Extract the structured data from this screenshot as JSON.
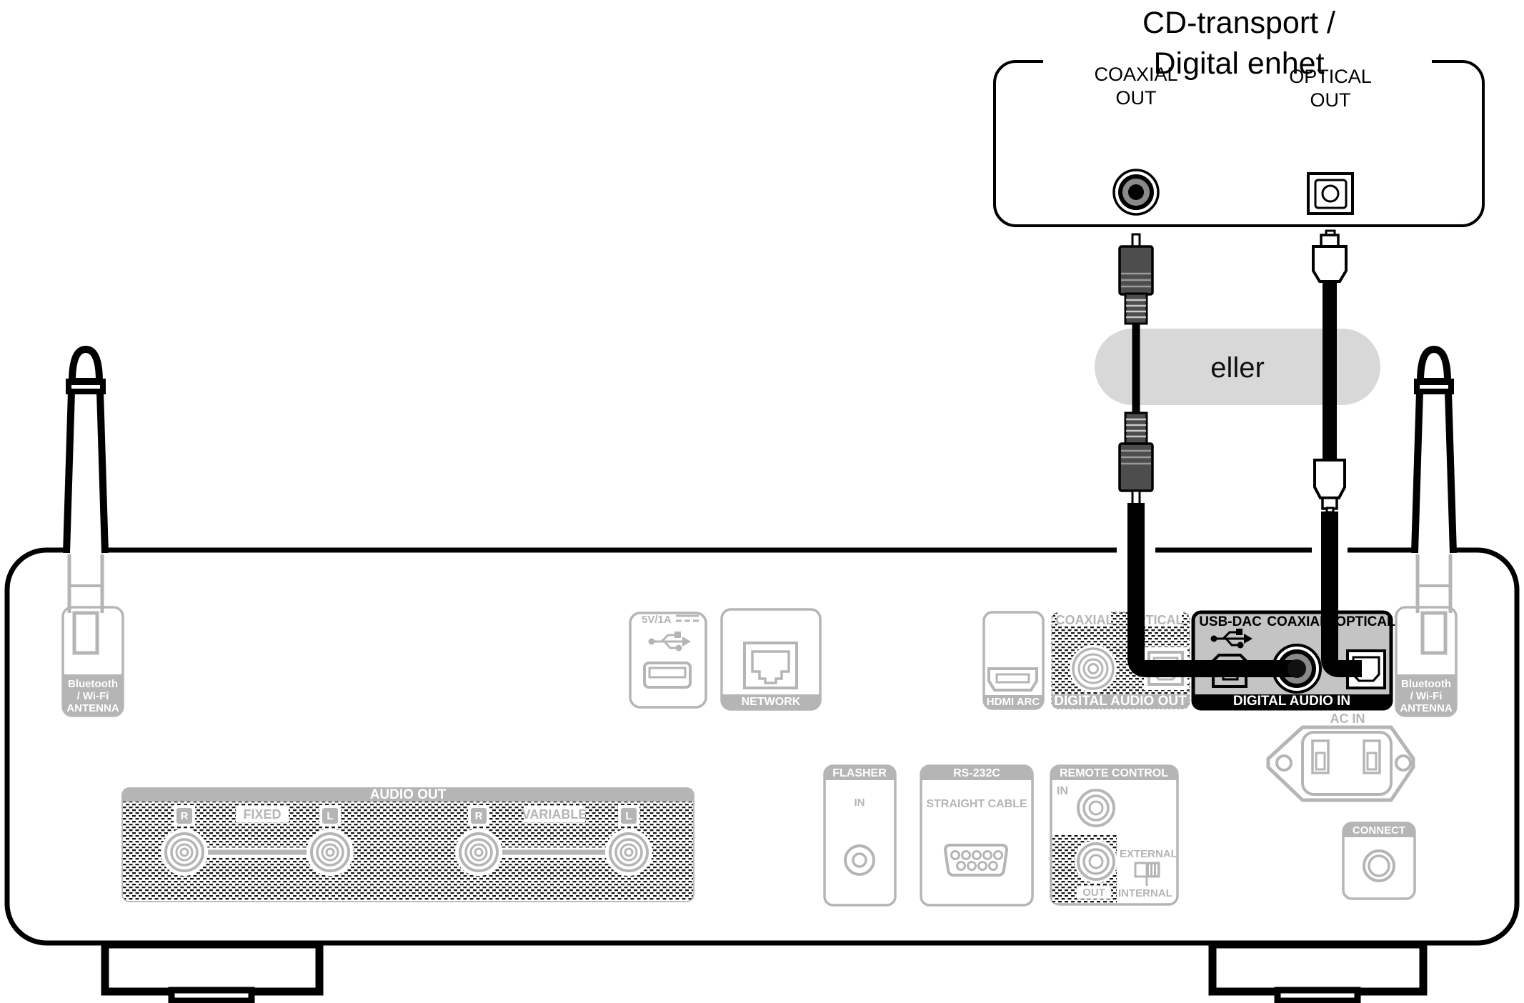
{
  "device_top": {
    "title_line1": "CD-transport /",
    "title_line2": "Digital enhet",
    "coaxial_label": "COAXIAL",
    "coaxial_out_label": "OUT",
    "optical_label": "OPTICAL",
    "optical_out_label": "OUT"
  },
  "connection": {
    "or_label": "eller"
  },
  "rear_panel": {
    "antenna_label": {
      "line1": "Bluetooth",
      "line2": "/ Wi-Fi",
      "line3": "ANTENNA"
    },
    "usb": {
      "power_label": "5V/1A"
    },
    "network": {
      "label": "NETWORK"
    },
    "hdmi": {
      "label": "HDMI ARC"
    },
    "digital_audio_out": {
      "coaxial_label": "COAXIAL",
      "optical_label": "OPTICAL",
      "band_label": "DIGITAL AUDIO OUT"
    },
    "digital_audio_in": {
      "usb_dac_label": "USB-DAC",
      "coaxial_label": "COAXIAL",
      "optical_label": "OPTICAL",
      "band_label": "DIGITAL AUDIO IN"
    },
    "ac_in": {
      "label": "AC IN"
    },
    "connect": {
      "label": "CONNECT"
    },
    "audio_out": {
      "band_label": "AUDIO OUT",
      "fixed_label": "FIXED",
      "variable_label": "VARIABLE",
      "right_label": "R",
      "left_label": "L"
    },
    "flasher": {
      "label": "FLASHER",
      "in_label": "IN"
    },
    "rs232c": {
      "label": "RS-232C",
      "cable_label": "STRAIGHT CABLE"
    },
    "remote_control": {
      "label": "REMOTE CONTROL",
      "in_label": "IN",
      "out_label": "OUT",
      "external_label": "EXTERNAL",
      "internal_label": "INTERNAL"
    }
  },
  "colors": {
    "line_black": "#000000",
    "inactive_gray": "#b5b5b5",
    "highlight_panel_gray": "#c4c4c4",
    "or_pill_gray": "#d8d8d8",
    "plug_body_gray": "#4d4d4d"
  }
}
